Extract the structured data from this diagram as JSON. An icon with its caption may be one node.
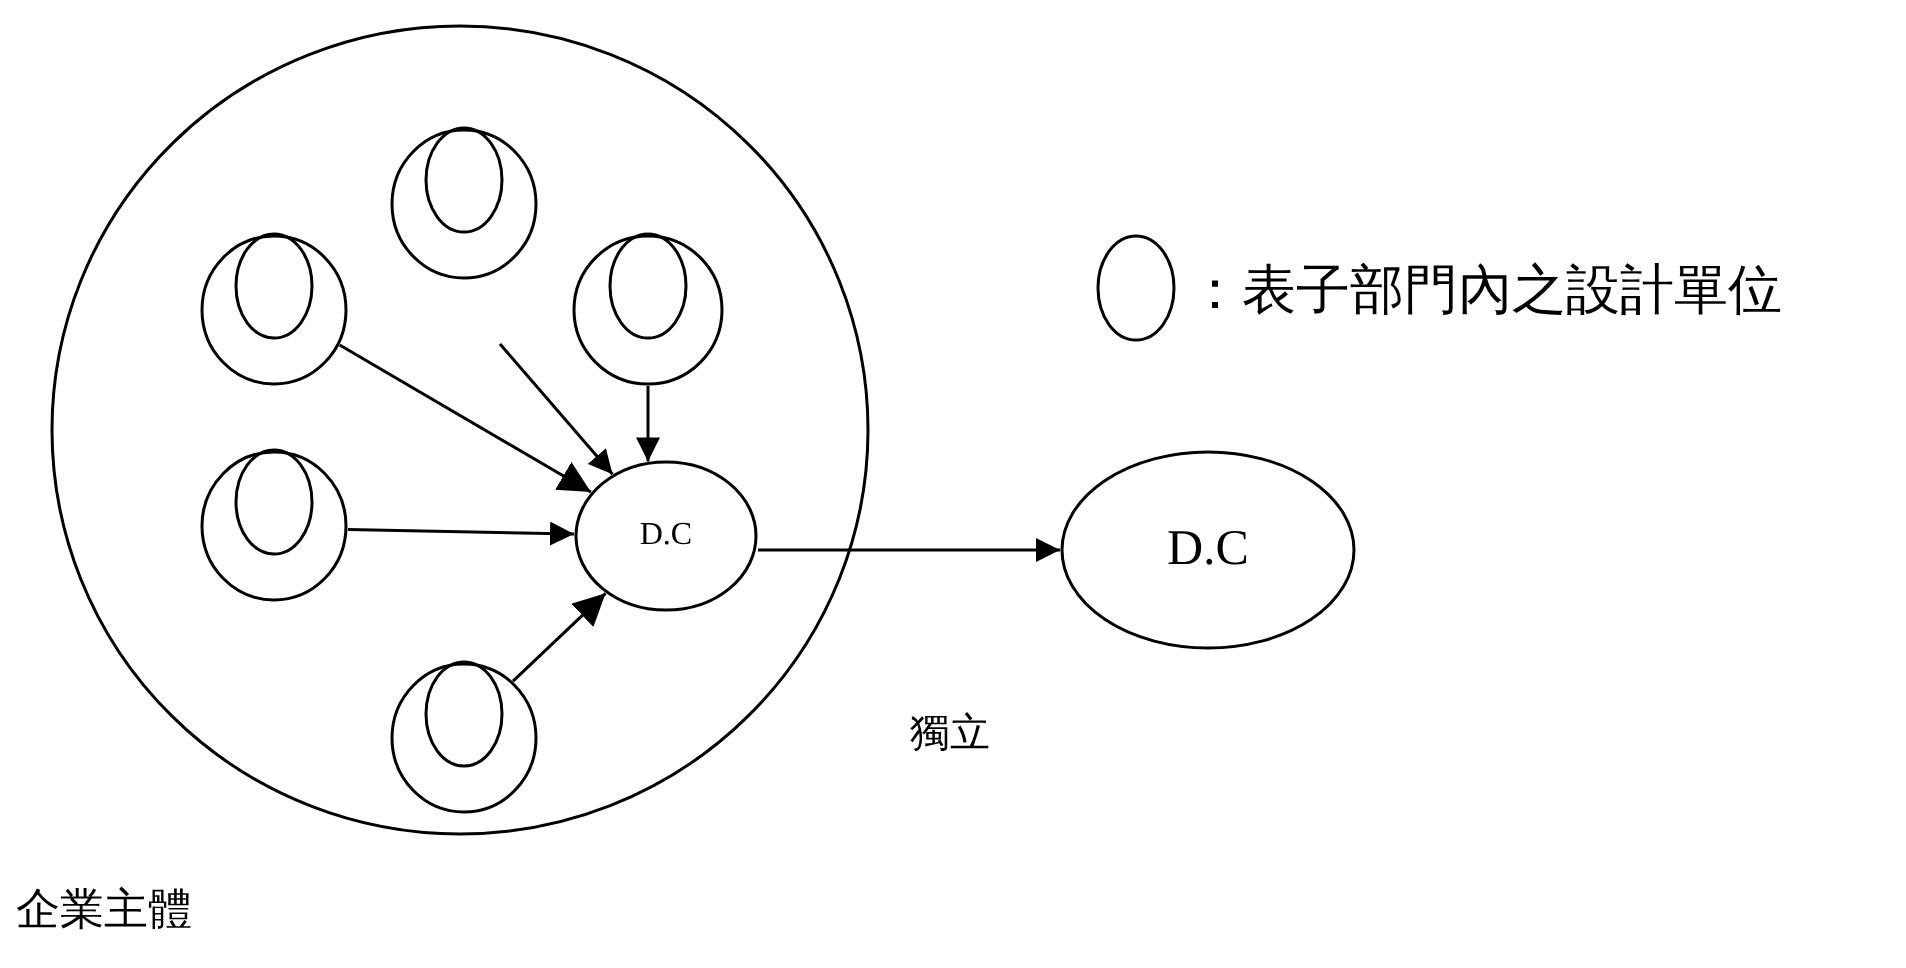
{
  "diagram": {
    "nodes": [
      {
        "text": [],
        "shape": "circle"
      },
      {
        "text": [],
        "shape": "circle",
        "in": 0
      },
      {
        "text": [],
        "shape": "circle",
        "in": 0
      },
      {
        "text": [],
        "shape": "circle",
        "in": 0
      },
      {
        "text": [],
        "shape": "circle",
        "in": 0
      },
      {
        "text": [],
        "shape": "circle",
        "in": 0
      },
      {
        "text": [
          "D.C"
        ],
        "in": 0
      },
      {
        "text": [
          "D.C"
        ]
      }
    ],
    "edges": [
      {
        "from": 2,
        "to": 6,
        "arrow": "to"
      },
      {
        "from": null,
        "to": 6,
        "arrow": "to"
      },
      {
        "from": 3,
        "to": 6,
        "arrow": "to"
      },
      {
        "from": 4,
        "to": 6,
        "arrow": "to"
      },
      {
        "from": 5,
        "to": 6,
        "arrow": "to"
      },
      {
        "from": 6,
        "to": 7,
        "arrow": "to"
      }
    ],
    "labels": [
      "獨立",
      "企業主體"
    ],
    "legend": [
      {
        "text": "：表子部門內之設計單位"
      }
    ]
  }
}
